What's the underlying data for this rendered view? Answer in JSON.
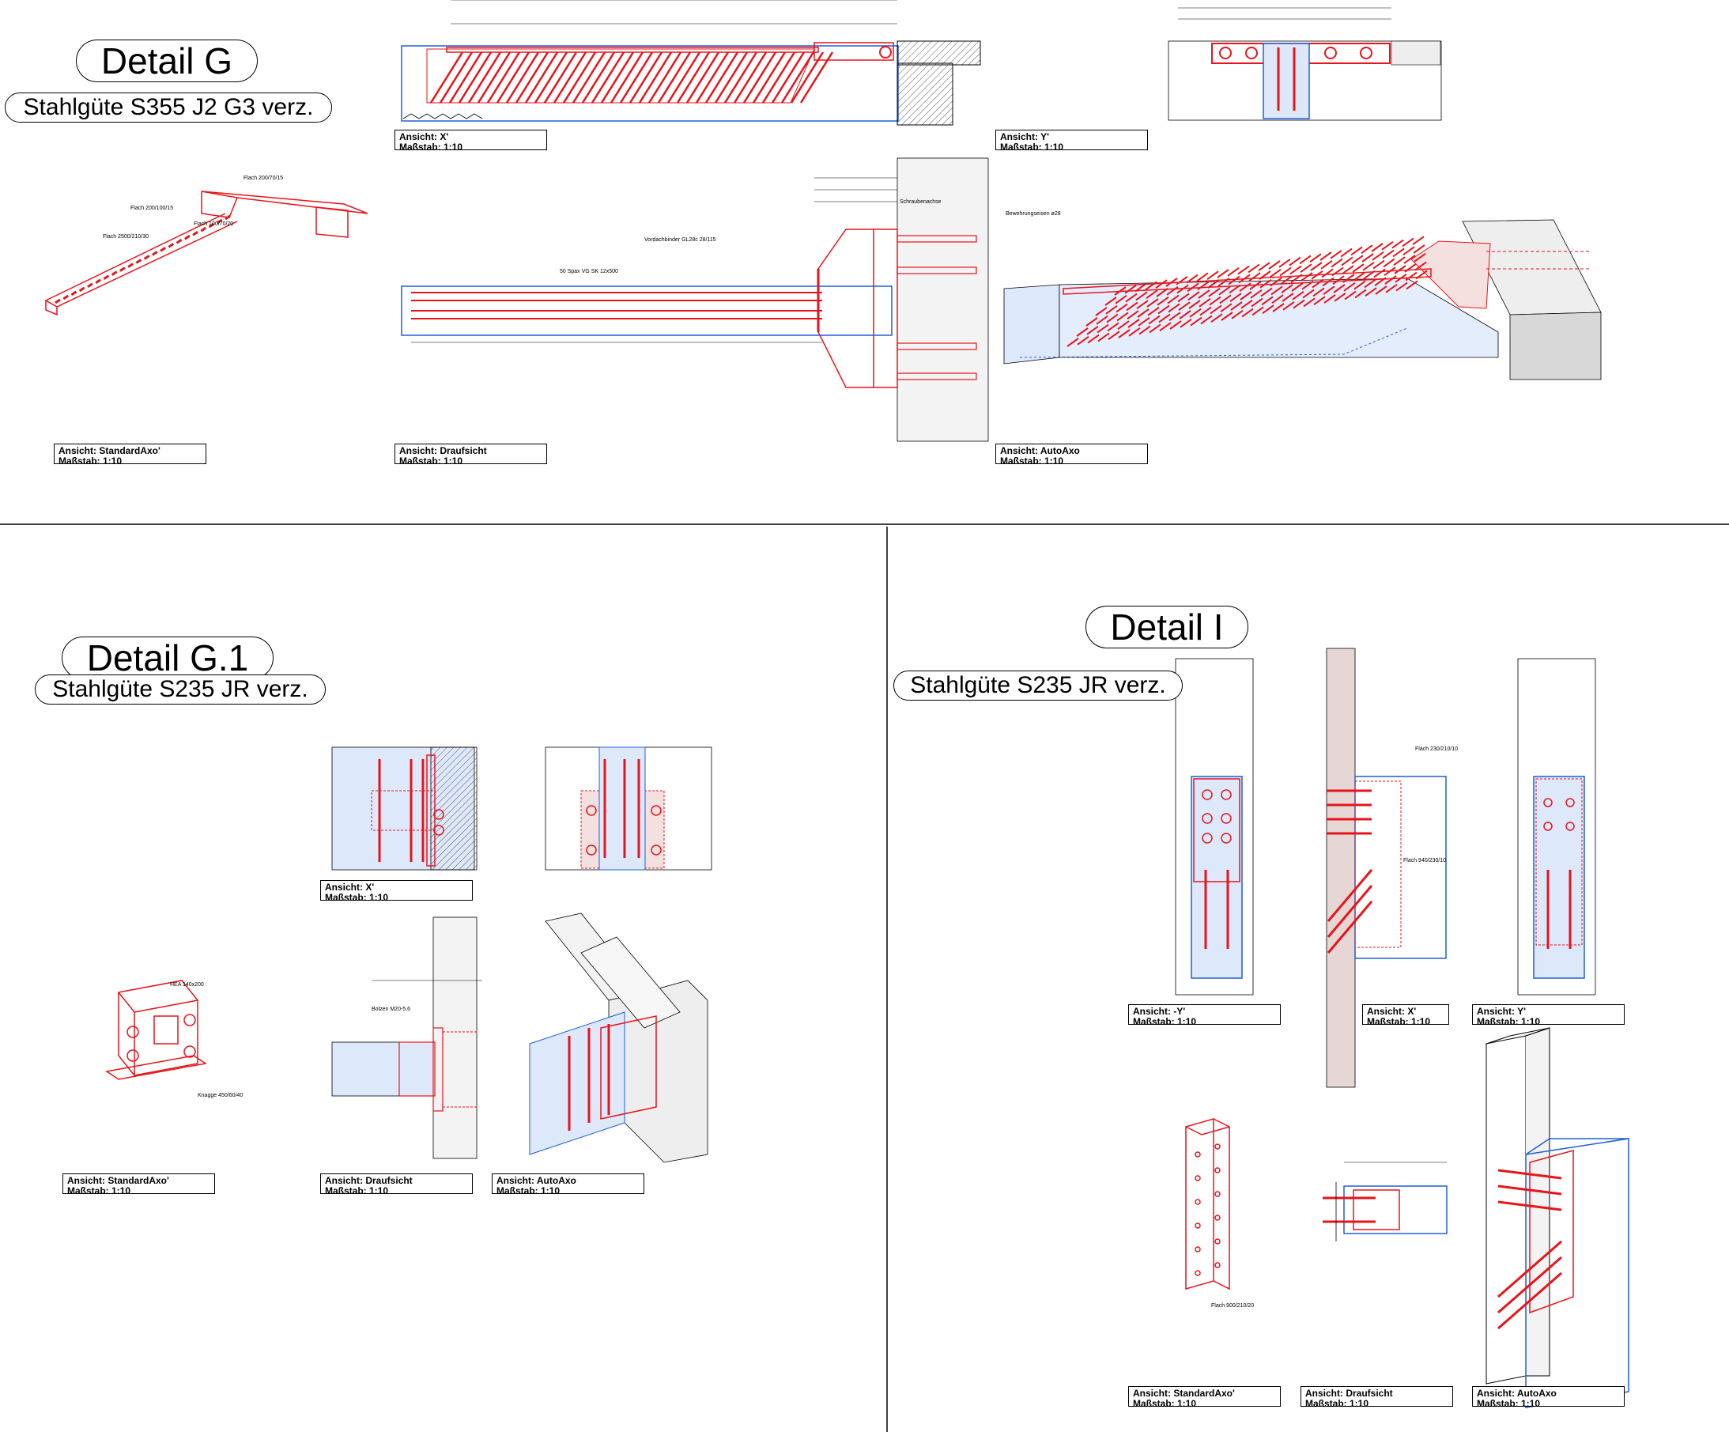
{
  "details": {
    "g": {
      "title": "Detail G",
      "grade": "Stahlgüte S355 J2 G3 verz."
    },
    "g1": {
      "title": "Detail G.1",
      "grade": "Stahlgüte S235 JR verz."
    },
    "i": {
      "title": "Detail I",
      "grade": "Stahlgüte S235 JR verz."
    }
  },
  "views": {
    "g_x": {
      "view": "Ansicht:  X'",
      "scale": "Maßstab: 1:10"
    },
    "g_y": {
      "view": "Ansicht:  Y'",
      "scale": "Maßstab: 1:10"
    },
    "g_axo": {
      "view": "Ansicht:  StandardAxo'",
      "scale": "Maßstab: 1:10"
    },
    "g_top": {
      "view": "Ansicht:  Draufsicht",
      "scale": "Maßstab: 1:10"
    },
    "g_auto": {
      "view": "Ansicht:  AutoAxo",
      "scale": "Maßstab: 1:10"
    },
    "g1_x": {
      "view": "Ansicht:  X'",
      "scale": "Maßstab: 1:10"
    },
    "g1_axo": {
      "view": "Ansicht:  StandardAxo'",
      "scale": "Maßstab: 1:10"
    },
    "g1_top": {
      "view": "Ansicht:  Draufsicht",
      "scale": "Maßstab: 1:10"
    },
    "g1_auto": {
      "view": "Ansicht:  AutoAxo",
      "scale": "Maßstab: 1:10"
    },
    "i_ny": {
      "view": "Ansicht:  -Y'",
      "scale": "Maßstab: 1:10"
    },
    "i_x": {
      "view": "Ansicht:  X'",
      "scale": "Maßstab: 1:10"
    },
    "i_y": {
      "view": "Ansicht:  Y'",
      "scale": "Maßstab: 1:10"
    },
    "i_axo": {
      "view": "Ansicht:  StandardAxo'",
      "scale": "Maßstab: 1:10"
    },
    "i_top": {
      "view": "Ansicht:  Draufsicht",
      "scale": "Maßstab: 1:10"
    },
    "i_auto": {
      "view": "Ansicht:  AutoAxo",
      "scale": "Maßstab: 1:10"
    }
  },
  "notes": {
    "g_axo_1": "Flach 200/70/15",
    "g_axo_2": "Flach 200/100/15",
    "g_axo_3": "Flach 100/70/20",
    "g_axo_4": "Flach 2500/210/30",
    "g_top_1": "50 Spax VG SK 12x500",
    "g_top_2": "Vordachbinder GL28c 28/115",
    "g_top_3": "Schraubenachse",
    "g_top_4": "Bewehrungseisen ø28",
    "g1_axo_1": "HEA 140x200",
    "g1_axo_2": "Knagge 450/60/40",
    "g1_top_1": "Bolzen M20-5.6",
    "i_x_1": "Flach 230/210/10",
    "i_x_2": "Flach 940/230/10",
    "i_axo_1": "Flach 900/210/20"
  },
  "colors": {
    "steel": "#e8141b",
    "timber": "#1e5fd8",
    "line": "#000000",
    "concrete": "#e0e0e0",
    "clt": "#e6d6d4"
  }
}
